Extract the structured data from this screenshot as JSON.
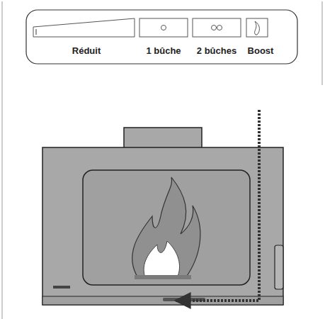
{
  "diagram": {
    "labels": [
      "Réduit",
      "1 bûche",
      "2 bûches",
      "Boost"
    ]
  }
}
